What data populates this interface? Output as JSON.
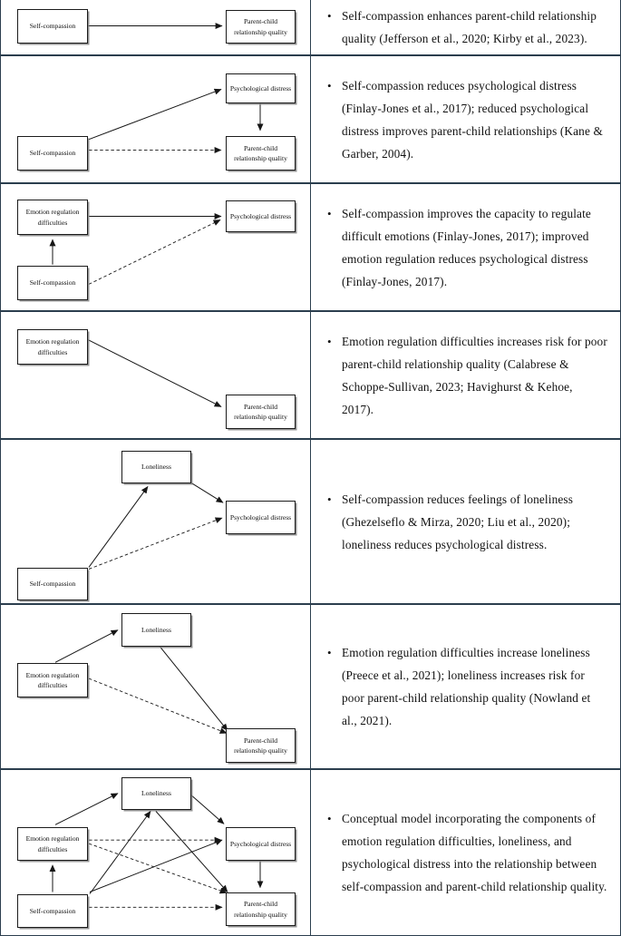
{
  "figure": {
    "type": "conceptual-model-table",
    "columns": [
      "diagram",
      "description"
    ],
    "node_labels": {
      "self_compassion": "Self-compassion",
      "parent_child": "Parent-child relationship quality",
      "psych_distress": "Psychological distress",
      "emotion_reg": "Emotion regulation difficulties",
      "loneliness": "Loneliness"
    },
    "edge_styles": {
      "solid": "direct effect",
      "dashed": "indirect effect"
    },
    "bullet_glyph": "•",
    "border_color": "#2b3e4e",
    "node_border_color": "#1b1b1b"
  },
  "rows": [
    {
      "id": "row-1",
      "text": "Self-compassion enhances parent-child relationship quality (Jefferson et al., 2020; Kirby et al., 2023).",
      "nodes": [
        {
          "key": "self_compassion",
          "label": "Self-\ncompassion"
        },
        {
          "key": "parent_child",
          "label": "Parent-child\nrelationship\nquality"
        }
      ],
      "edges": [
        {
          "from": "self_compassion",
          "to": "parent_child",
          "style": "solid"
        }
      ]
    },
    {
      "id": "row-2",
      "text": "Self-compassion reduces psychological distress (Finlay-Jones et al., 2017); reduced psychological distress improves parent-child relationships (Kane & Garber, 2004).",
      "nodes": [
        {
          "key": "psych_distress",
          "label": "Psychological\ndistress"
        },
        {
          "key": "self_compassion",
          "label": "Self-\ncompassion"
        },
        {
          "key": "parent_child",
          "label": "Parent-child\nrelationship\nquality"
        }
      ],
      "edges": [
        {
          "from": "self_compassion",
          "to": "psych_distress",
          "style": "solid"
        },
        {
          "from": "psych_distress",
          "to": "parent_child",
          "style": "solid"
        },
        {
          "from": "self_compassion",
          "to": "parent_child",
          "style": "dashed"
        }
      ]
    },
    {
      "id": "row-3",
      "text": "Self-compassion improves the capacity to regulate difficult emotions (Finlay-Jones, 2017); improved emotion regulation reduces psychological distress (Finlay-Jones, 2017).",
      "nodes": [
        {
          "key": "emotion_reg",
          "label": "Emotion\nregulation\ndifficulties"
        },
        {
          "key": "psych_distress",
          "label": "Psychological\ndistress"
        },
        {
          "key": "self_compassion",
          "label": "Self-\ncompassion"
        }
      ],
      "edges": [
        {
          "from": "emotion_reg",
          "to": "psych_distress",
          "style": "solid"
        },
        {
          "from": "self_compassion",
          "to": "emotion_reg",
          "style": "solid"
        },
        {
          "from": "self_compassion",
          "to": "psych_distress",
          "style": "dashed"
        }
      ]
    },
    {
      "id": "row-4",
      "text": "Emotion regulation difficulties increases risk for poor parent-child relationship quality (Calabrese & Schoppe-Sullivan, 2023; Havighurst & Kehoe, 2017).",
      "nodes": [
        {
          "key": "emotion_reg",
          "label": "Emotion\nregulation\ndifficulties"
        },
        {
          "key": "parent_child",
          "label": "Parent-child\nrelationship\nquality"
        }
      ],
      "edges": [
        {
          "from": "emotion_reg",
          "to": "parent_child",
          "style": "solid"
        }
      ]
    },
    {
      "id": "row-5",
      "text": "Self-compassion reduces feelings of loneliness (Ghezelseflo & Mirza, 2020; Liu et al., 2020); loneliness reduces psychological distress.",
      "nodes": [
        {
          "key": "loneliness",
          "label": "Loneliness"
        },
        {
          "key": "psych_distress",
          "label": "Psychological\ndistress"
        },
        {
          "key": "self_compassion",
          "label": "Self-\ncompassion"
        }
      ],
      "edges": [
        {
          "from": "self_compassion",
          "to": "loneliness",
          "style": "solid"
        },
        {
          "from": "loneliness",
          "to": "psych_distress",
          "style": "solid"
        },
        {
          "from": "self_compassion",
          "to": "psych_distress",
          "style": "dashed"
        }
      ]
    },
    {
      "id": "row-6",
      "text": "Emotion regulation difficulties increase loneliness (Preece et al., 2021); loneliness increases risk for poor parent-child relationship quality (Nowland et al., 2021).",
      "nodes": [
        {
          "key": "loneliness",
          "label": "Loneliness"
        },
        {
          "key": "emotion_reg",
          "label": "Emotion\nregulation\ndifficulties"
        },
        {
          "key": "parent_child",
          "label": "Parent-child\nrelationship\nquality"
        }
      ],
      "edges": [
        {
          "from": "emotion_reg",
          "to": "loneliness",
          "style": "solid"
        },
        {
          "from": "loneliness",
          "to": "parent_child",
          "style": "solid"
        },
        {
          "from": "emotion_reg",
          "to": "parent_child",
          "style": "dashed"
        }
      ]
    },
    {
      "id": "row-7",
      "text": "Conceptual model incorporating the components of emotion regulation difficulties, loneliness, and psychological distress into the relationship between self-compassion and parent-child relationship quality.",
      "nodes": [
        {
          "key": "loneliness",
          "label": "Loneliness"
        },
        {
          "key": "emotion_reg",
          "label": "Emotion\nregulation\ndifficulties"
        },
        {
          "key": "psych_distress",
          "label": "Psychological\ndistress"
        },
        {
          "key": "self_compassion",
          "label": "Self-\ncompassion"
        },
        {
          "key": "parent_child",
          "label": "Parent-child\nrelationship\nquality"
        }
      ],
      "edges": [
        {
          "from": "emotion_reg",
          "to": "loneliness",
          "style": "solid"
        },
        {
          "from": "loneliness",
          "to": "psych_distress",
          "style": "solid"
        },
        {
          "from": "psych_distress",
          "to": "parent_child",
          "style": "solid"
        },
        {
          "from": "self_compassion",
          "to": "emotion_reg",
          "style": "solid"
        },
        {
          "from": "self_compassion",
          "to": "loneliness",
          "style": "solid"
        },
        {
          "from": "self_compassion",
          "to": "psych_distress",
          "style": "solid"
        },
        {
          "from": "loneliness",
          "to": "parent_child",
          "style": "solid"
        },
        {
          "from": "emotion_reg",
          "to": "psych_distress",
          "style": "dashed"
        },
        {
          "from": "emotion_reg",
          "to": "parent_child",
          "style": "dashed"
        },
        {
          "from": "self_compassion",
          "to": "parent_child",
          "style": "dashed"
        }
      ]
    }
  ]
}
